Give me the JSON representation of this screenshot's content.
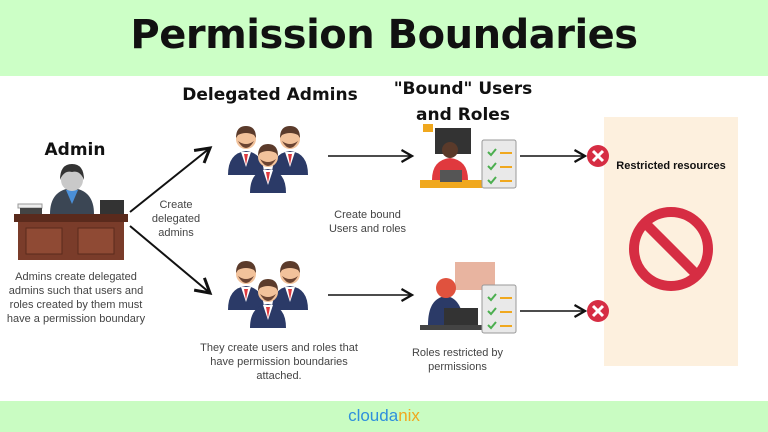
{
  "title": "Permission Boundaries",
  "admin": {
    "heading": "Admin",
    "caption": "Admins create delegated admins such that users and roles created by them must have a permission boundary"
  },
  "delegated": {
    "heading": "Delegated Admins",
    "arrow_label": "Create delegated admins",
    "caption": "They create users and roles that have permission boundaries attached."
  },
  "bound": {
    "heading": "\"Bound\" Users and Roles",
    "arrow_label": "Create bound Users and roles",
    "caption": "Roles restricted by permissions"
  },
  "restricted": {
    "heading": "Restricted resources"
  },
  "footer": {
    "logo_part1": "clouda",
    "logo_part2": "nix"
  },
  "colors": {
    "header_bg": "#ccffc6",
    "panel_bg": "#fdf0de",
    "deny_red": "#d62d43",
    "logo_blue": "#2f8fdc",
    "logo_orange": "#f0a81e"
  }
}
